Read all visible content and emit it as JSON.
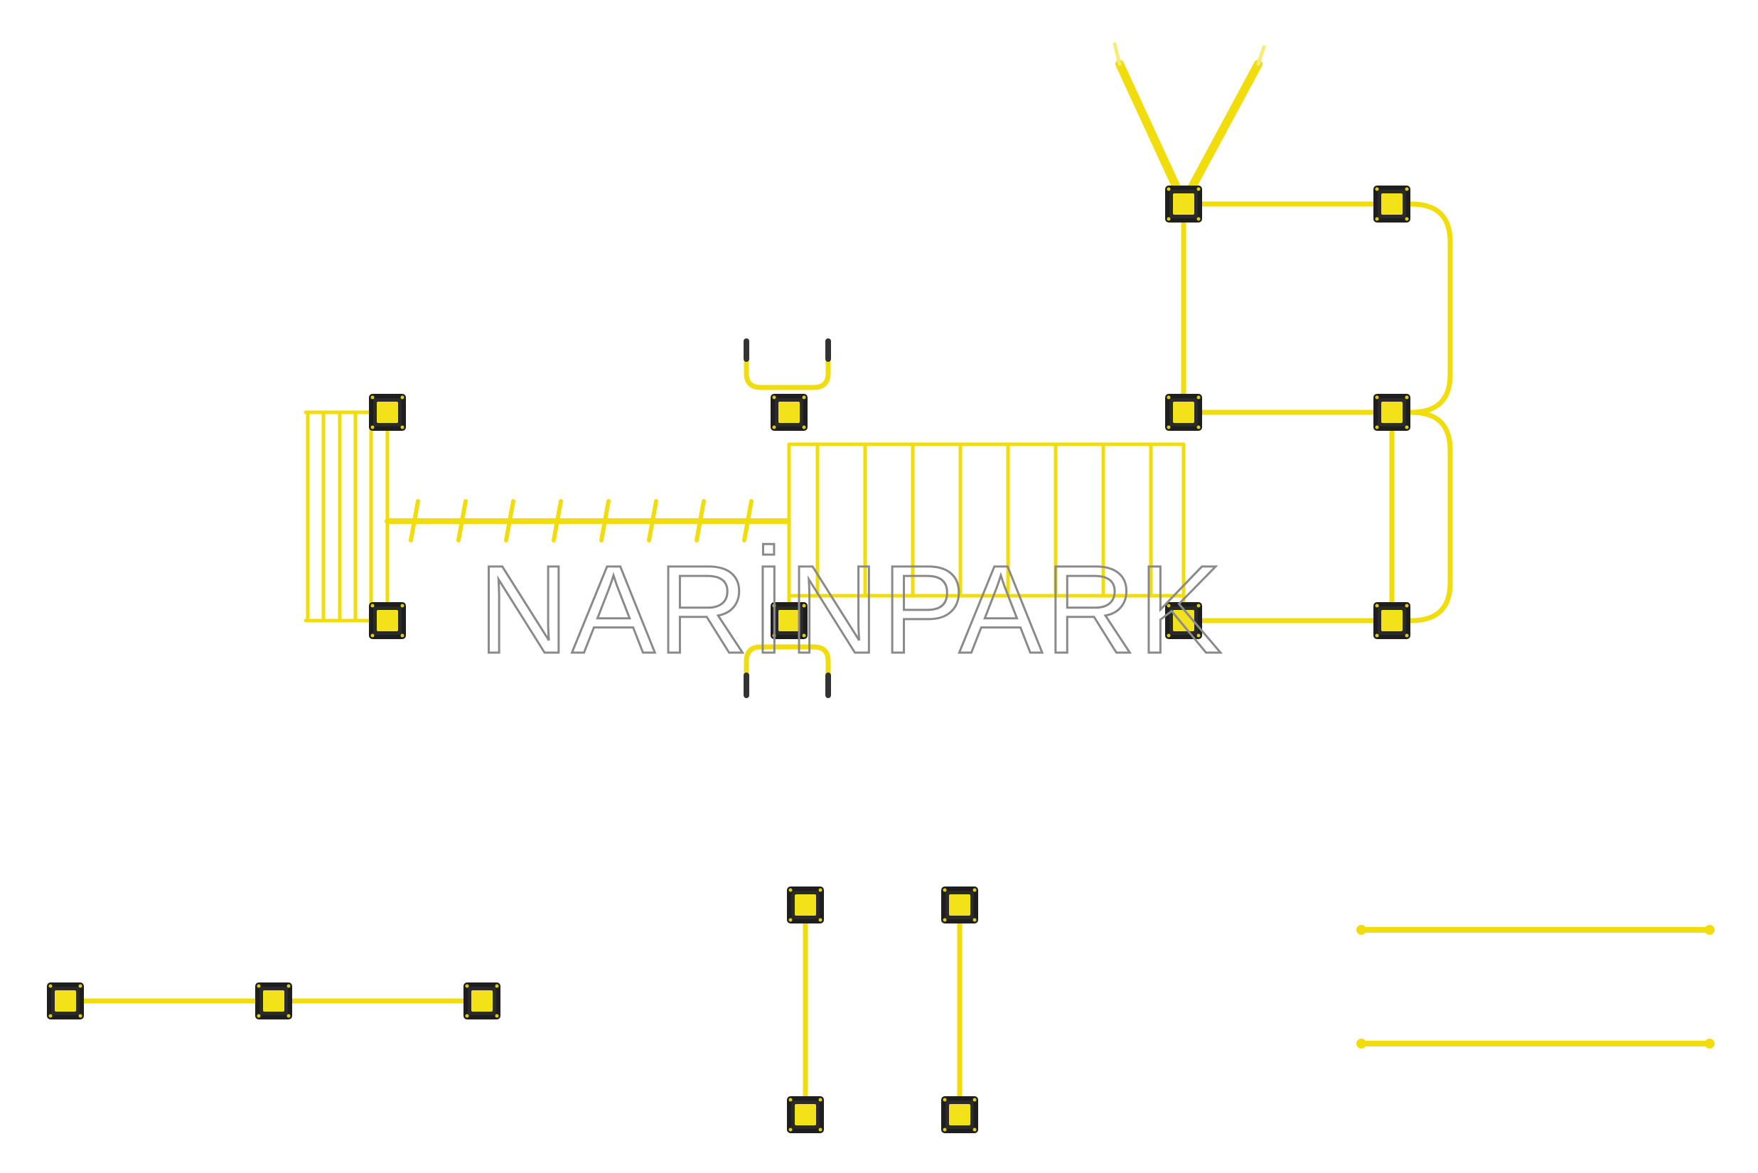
{
  "watermark": {
    "text": "NARİNPARK"
  },
  "colors": {
    "background": "#ffffff",
    "tube": "#f2dd0c",
    "tube_shadow": "#c9b400",
    "post_base": "#1e1e1e",
    "post_cap": "#f3e21a",
    "grip": "#333333",
    "watermark_stroke": "#8a8a8a"
  },
  "components": [
    {
      "name": "main-play-structure"
    },
    {
      "name": "three-post-balance-bar"
    },
    {
      "name": "twin-vertical-bars"
    },
    {
      "name": "two-loose-bars"
    }
  ]
}
